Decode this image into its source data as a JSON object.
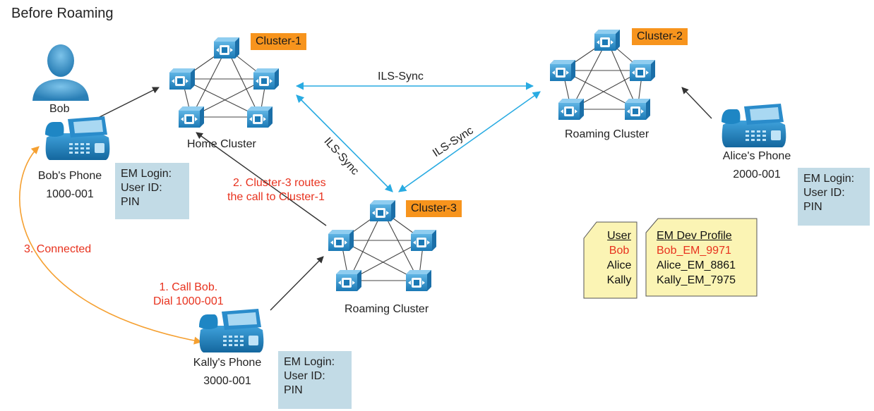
{
  "title": "Before Roaming",
  "clusters": {
    "home": {
      "tag": "Cluster-1",
      "label": "Home Cluster"
    },
    "roaming2": {
      "tag": "Cluster-2",
      "label": "Roaming Cluster"
    },
    "roaming3": {
      "tag": "Cluster-3",
      "label": "Roaming Cluster"
    }
  },
  "links": {
    "ils_top": "ILS-Sync",
    "ils_left": "ILS-Sync",
    "ils_right": "ILS-Sync"
  },
  "user": {
    "name": "Bob"
  },
  "phones": {
    "bob": {
      "name": "Bob's Phone",
      "number": "1000-001"
    },
    "alice": {
      "name": "Alice's Phone",
      "number": "2000-001"
    },
    "kally": {
      "name": "Kally's Phone",
      "number": "3000-001"
    }
  },
  "em_login": {
    "line1": "EM Login:",
    "line2": "User ID:",
    "line3": "PIN"
  },
  "steps": {
    "step1_line1": "1. Call Bob.",
    "step1_line2": "Dial 1000-001",
    "step2_line1": "2. Cluster-3 routes",
    "step2_line2": "the call to Cluster-1",
    "step3": "3. Connected"
  },
  "user_table": {
    "header": "User",
    "rows": [
      "Bob",
      "Alice",
      "Kally"
    ]
  },
  "profile_table": {
    "header": "EM Dev Profile",
    "rows": [
      "Bob_EM_9971",
      "Alice_EM_8861",
      "Kally_EM_7975"
    ]
  },
  "colors": {
    "sync_line": "#29abe2",
    "orange_tag": "#f7941d",
    "em_box": "#c2dbe6",
    "red_text": "#e8321e",
    "phone_blue": "#1b86c4",
    "card_fill": "#fbf4b4"
  }
}
